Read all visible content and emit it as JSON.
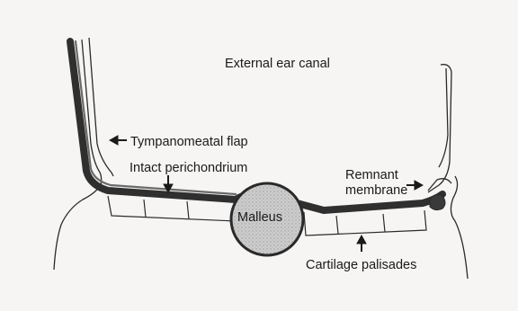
{
  "labels": {
    "canal": "External ear canal",
    "flap": "Tympanomeatal flap",
    "perichondrium": "Intact perichondrium",
    "remnant_line1": "Remnant",
    "remnant_line2": "membrane",
    "malleus": "Malleus",
    "palisades": "Cartilage palisades"
  },
  "colors": {
    "background": "#f6f5f3",
    "ink": "#2a2a2a",
    "membrane": "#4a4a4a",
    "malleus_fill": "#cfcfcf"
  }
}
